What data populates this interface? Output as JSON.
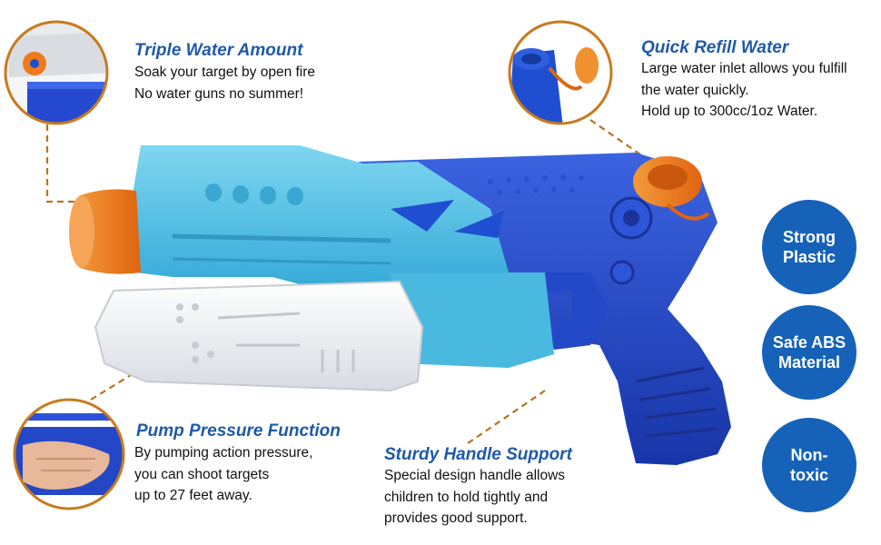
{
  "features": {
    "triple_water": {
      "title": "Triple Water Amount",
      "lines": [
        "Soak your target by open fire",
        "No water guns no summer!"
      ]
    },
    "quick_refill": {
      "title": "Quick Refill Water",
      "lines": [
        "Large water inlet allows you fulfill",
        "the water quickly.",
        "Hold up to 300cc/1oz Water."
      ]
    },
    "pump_pressure": {
      "title": "Pump Pressure Function",
      "lines": [
        "By pumping action pressure,",
        "you can shoot targets",
        "up to 27 feet away."
      ]
    },
    "sturdy_handle": {
      "title": "Sturdy Handle Support",
      "lines": [
        "Special design handle allows",
        "children to hold tightly and",
        "provides good support."
      ]
    }
  },
  "badges": [
    {
      "line1": "Strong",
      "line2": "Plastic"
    },
    {
      "line1": "Safe ABS",
      "line2": "Material"
    },
    {
      "line1": "Non-",
      "line2": "toxic"
    }
  ],
  "colors": {
    "title_blue": "#1f5aa8",
    "badge_blue": "#1662b8",
    "callout_orange": "#c97a1e",
    "gun_light_blue": "#5cc6e6",
    "gun_dark_blue": "#1f4fd0",
    "gun_orange": "#f07a1c",
    "gun_white": "#f2f3f5"
  }
}
